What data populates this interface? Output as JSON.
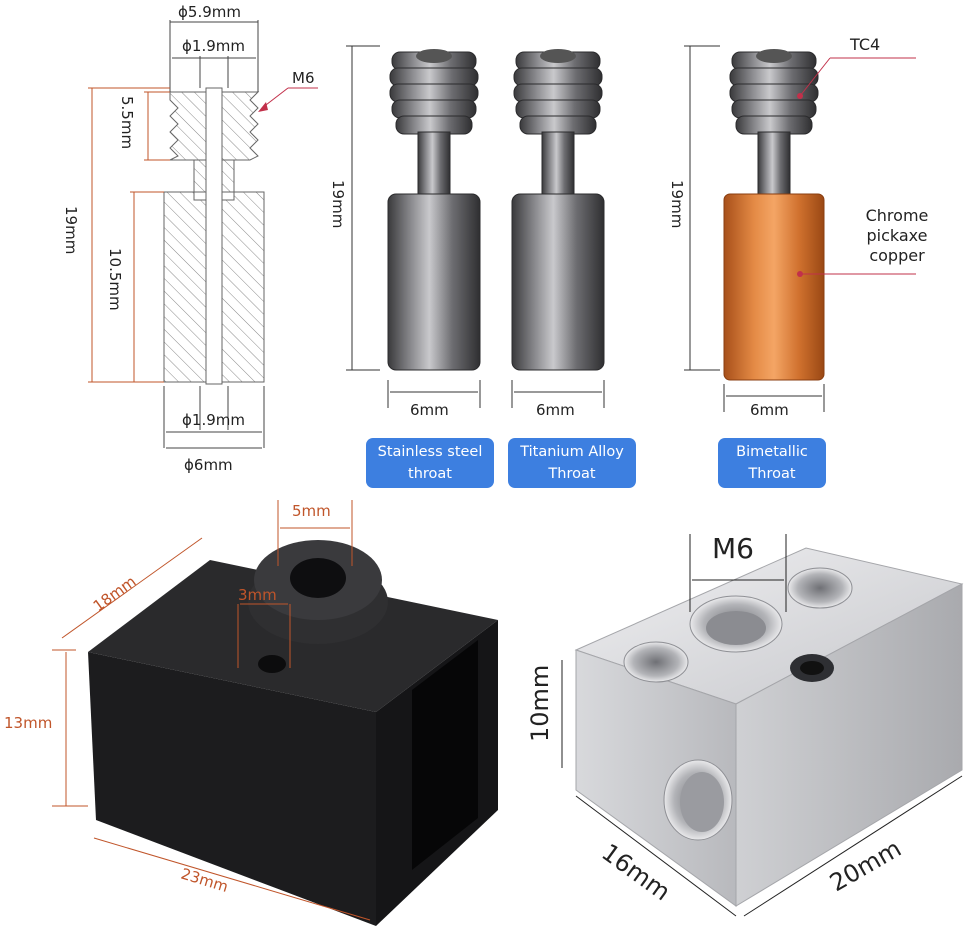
{
  "nozzle_drawing": {
    "outer_dia": "ϕ5.9mm",
    "inner_dia_top": "ϕ1.9mm",
    "thread": "M6",
    "thread_len": "5.5mm",
    "total_len": "19mm",
    "body_len": "10.5mm",
    "inner_dia_bottom": "ϕ1.9mm",
    "body_dia": "ϕ6mm"
  },
  "throats": [
    {
      "height": "19mm",
      "width": "6mm",
      "label": "Stainless steel\nthroat"
    },
    {
      "width": "6mm",
      "label": "Titanium Alloy\nThroat"
    },
    {
      "height": "19mm",
      "width": "6mm",
      "label": "Bimetallic\nThroat",
      "callout_top": "TC4",
      "callout_body": "Chrome\npickaxe\ncopper"
    }
  ],
  "silicone_sock": {
    "hole_dia": "5mm",
    "hole_depth": "3mm",
    "depth": "18mm",
    "height": "13mm",
    "width": "23mm"
  },
  "heater_block": {
    "thread": "M6",
    "height": "10mm",
    "depth": "16mm",
    "width": "20mm"
  },
  "colors": {
    "badge_blue": "#3d7fe0",
    "dim_orange": "#c0552a",
    "copper": "#d4742e",
    "callout_line": "#c2304a"
  }
}
